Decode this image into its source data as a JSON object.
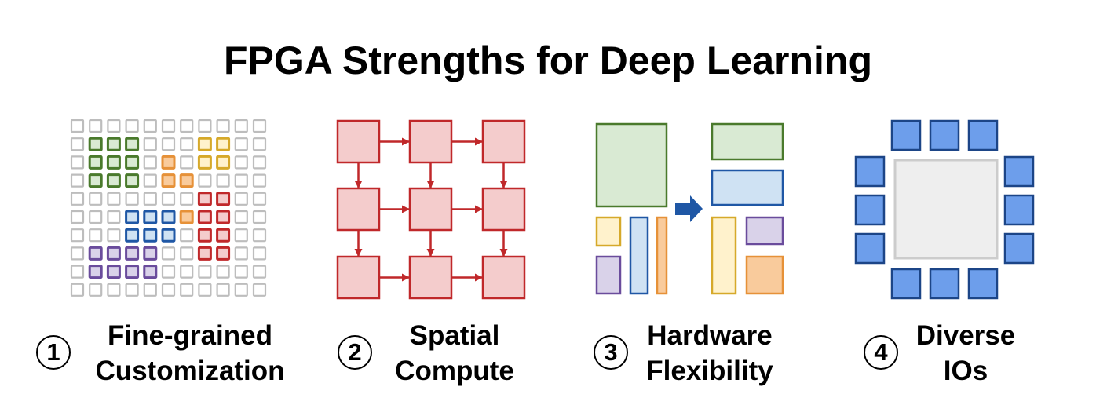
{
  "title": "FPGA Strengths for Deep Learning",
  "panels": [
    {
      "number": "1",
      "line1": "Fine-grained",
      "line2": "Customization"
    },
    {
      "number": "2",
      "line1": "Spatial",
      "line2": "Compute"
    },
    {
      "number": "3",
      "line1": "Hardware",
      "line2": "Flexibility"
    },
    {
      "number": "4",
      "line1": "Diverse",
      "line2": "IOs"
    }
  ],
  "colors": {
    "grid_gray": "#bdbdbd",
    "green": "#4a7a2c",
    "green_fill": "#d9ead3",
    "yellow": "#d6a92a",
    "yellow_fill": "#fff2cc",
    "orange": "#e69138",
    "orange_fill": "#f9cb9c",
    "red": "#c0282a",
    "red_fill": "#f4cccc",
    "blue": "#1f57a5",
    "blue_fill": "#cfe2f3",
    "purple": "#6a4c9c",
    "purple_fill": "#d9d2e9",
    "io_blue": "#6d9eeb",
    "io_border": "#1c4587",
    "chip_gray": "#cccccc",
    "chip_fill": "#eeeeee",
    "arrow_blue": "#1f57a5"
  },
  "icons": [
    "cell-grid-icon",
    "dataflow-grid-icon",
    "reconfiguration-icon",
    "chip-io-icon"
  ]
}
